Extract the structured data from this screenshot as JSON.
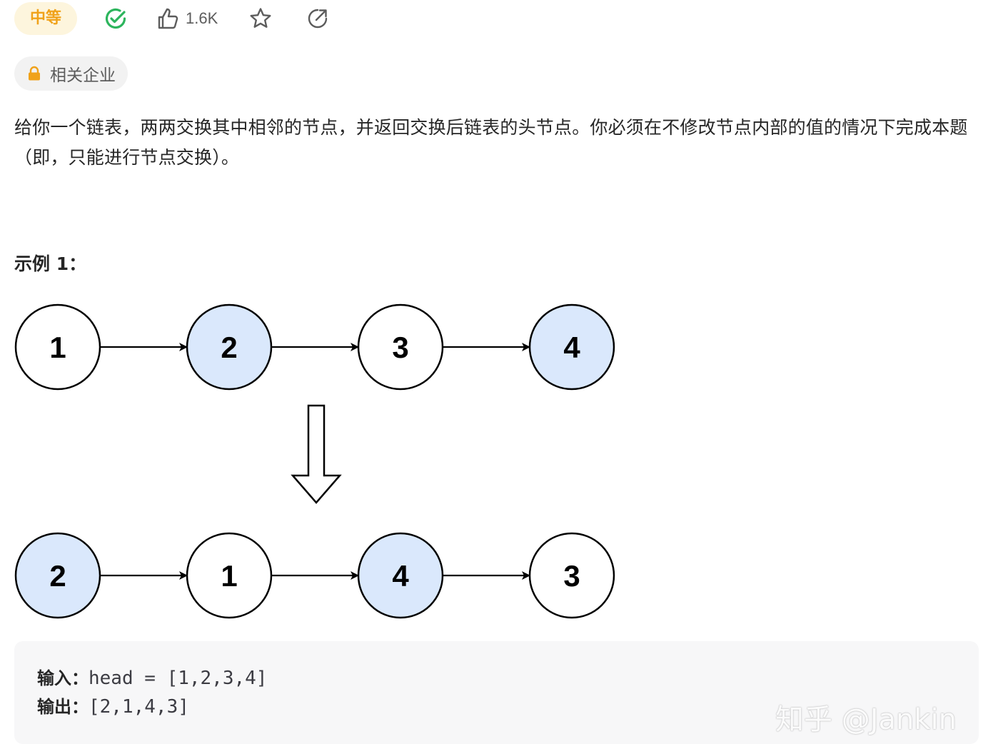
{
  "toolbar": {
    "difficulty": "中等",
    "like_count": "1.6K",
    "icons": [
      "check-circle-icon",
      "thumbs-up-icon",
      "star-icon",
      "share-icon"
    ],
    "colors": {
      "difficulty_text": "#f0a21a",
      "difficulty_bg": "#fdf5dd",
      "solved_green": "#2db55d"
    }
  },
  "company_tag": {
    "label": "相关企业",
    "icon": "lock-icon",
    "icon_color": "#f0a21a"
  },
  "description": "给你一个链表，两两交换其中相邻的节点，并返回交换后链表的头节点。你必须在不修改节点内部的值的情况下完成本题（即，只能进行节点交换）。",
  "example": {
    "title": "示例 1：",
    "diagram": {
      "before": [
        {
          "value": "1",
          "highlight": false
        },
        {
          "value": "2",
          "highlight": true
        },
        {
          "value": "3",
          "highlight": false
        },
        {
          "value": "4",
          "highlight": true
        }
      ],
      "after": [
        {
          "value": "2",
          "highlight": true
        },
        {
          "value": "1",
          "highlight": false
        },
        {
          "value": "4",
          "highlight": true
        },
        {
          "value": "3",
          "highlight": false
        }
      ],
      "highlight_color": "#dae8fc"
    },
    "input_label": "输入：",
    "input_value": "head = [1,2,3,4]",
    "output_label": "输出：",
    "output_value": "[2,1,4,3]"
  },
  "watermark": "知乎 @Jankin"
}
